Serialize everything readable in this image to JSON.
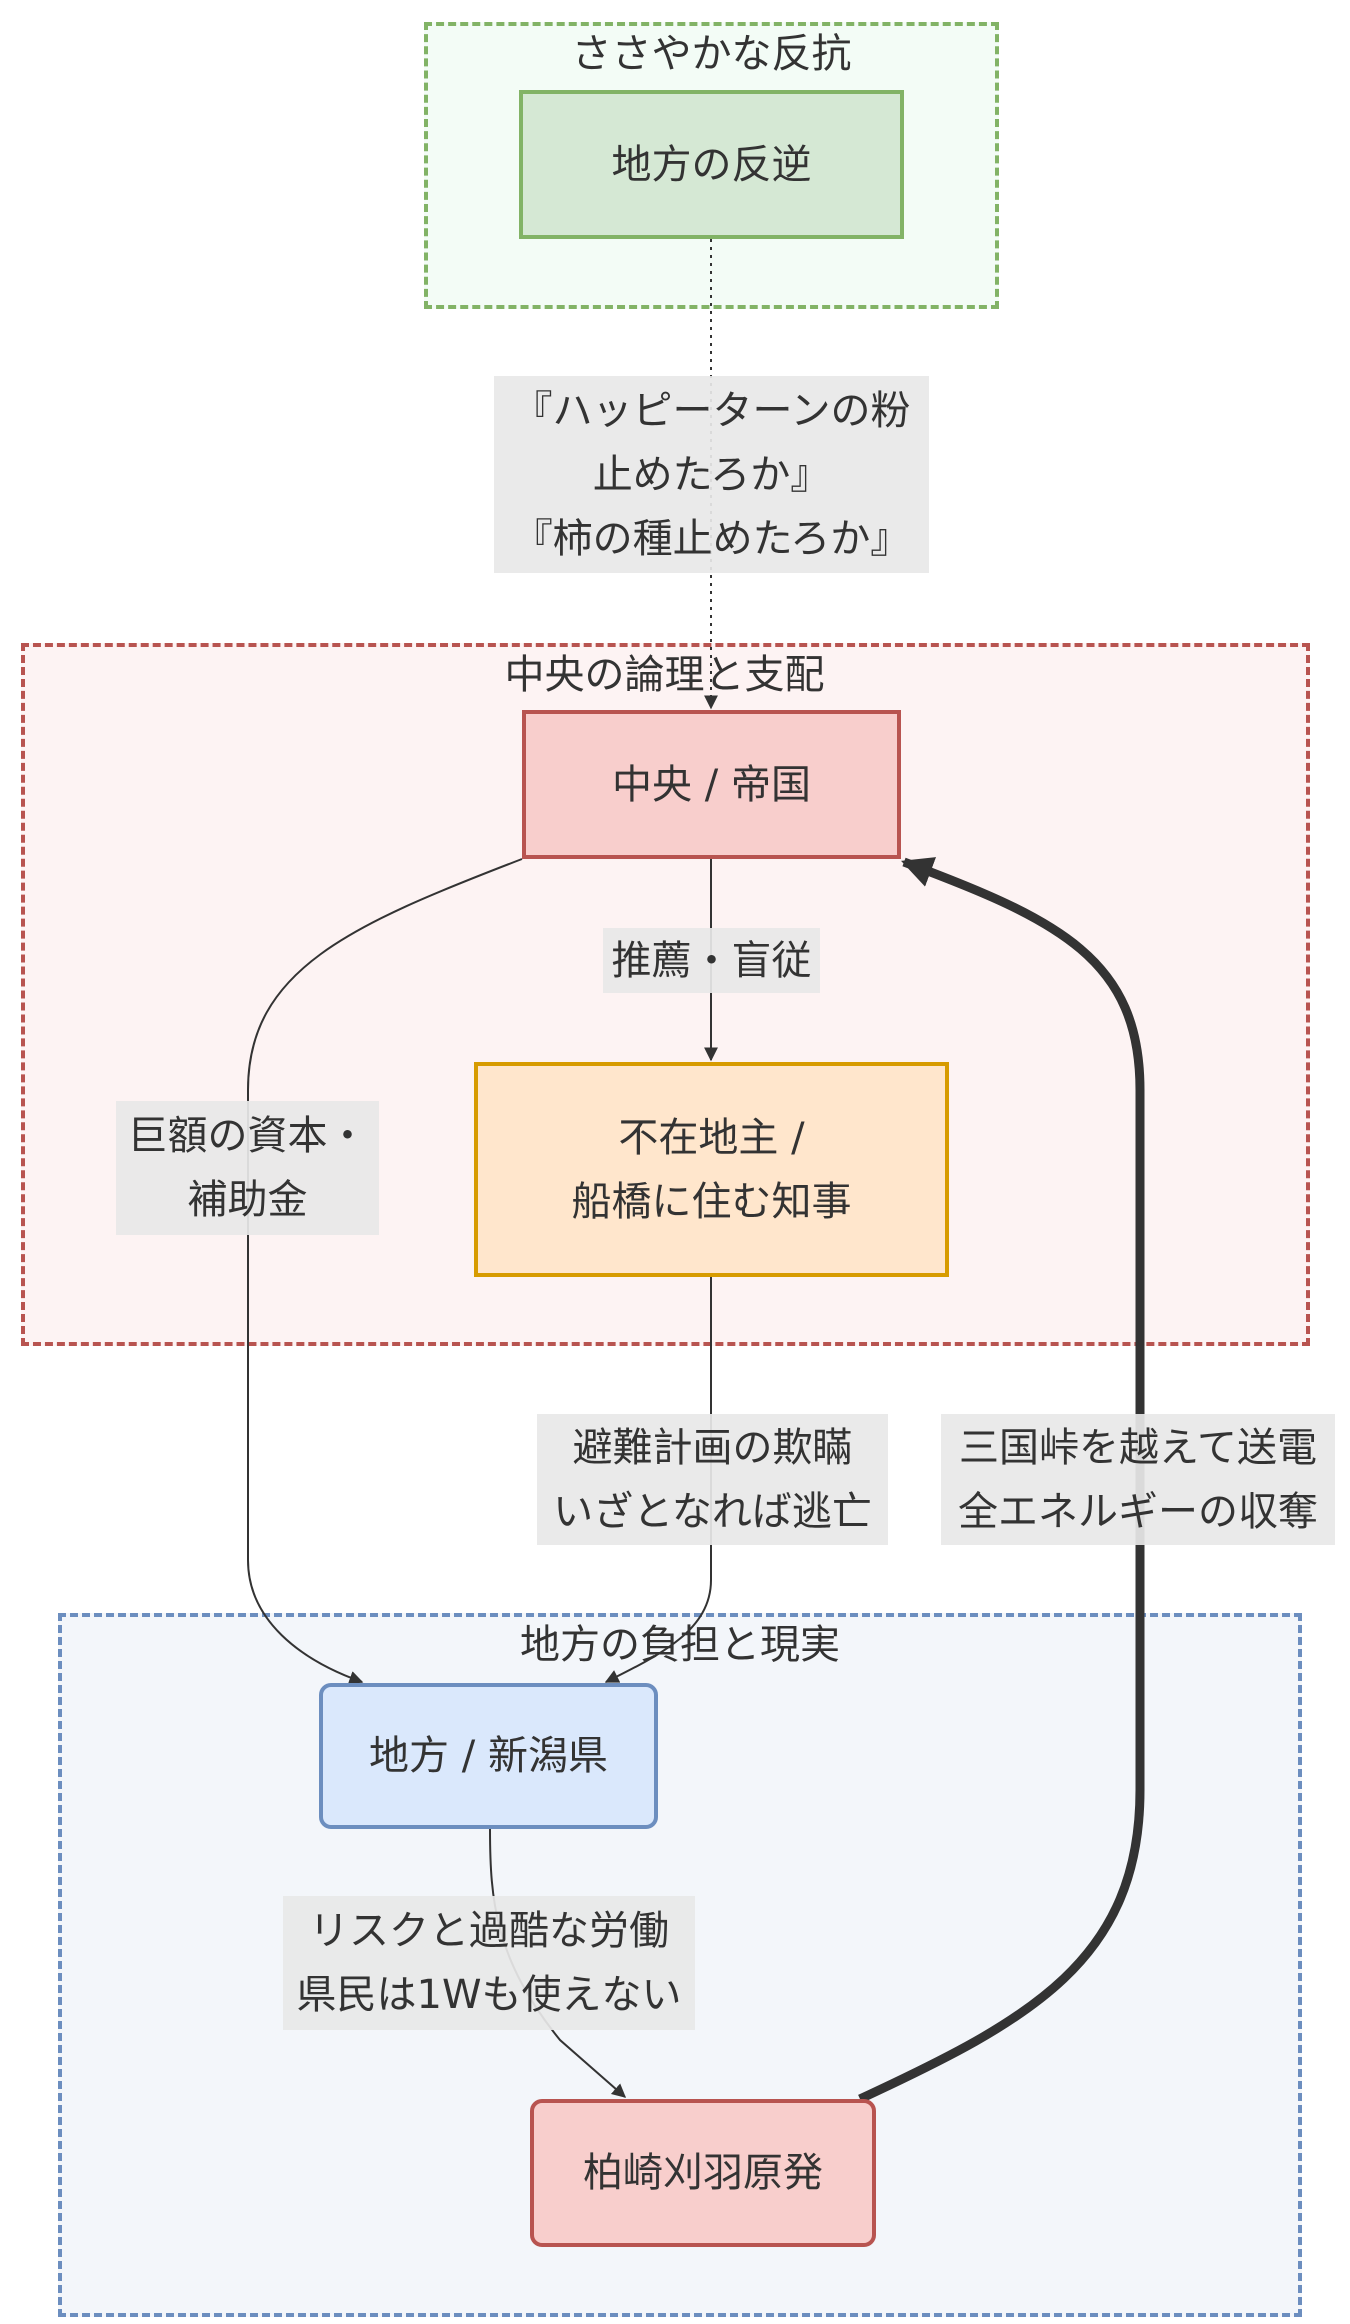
{
  "diagram": {
    "type": "flowchart",
    "clusters": {
      "resistance": {
        "title": "ささやかな反抗",
        "fill": "#f3fcf6",
        "border": "#82b366"
      },
      "center": {
        "title": "中央の論理と支配",
        "fill": "#fdf3f3",
        "border": "#b85450"
      },
      "local": {
        "title": "地方の負担と現実",
        "fill": "#f3f6fa",
        "border": "#6c8ebf"
      }
    },
    "nodes": {
      "rebellion": {
        "label": "地方の反逆",
        "fill": "#d5e8d4",
        "border": "#82b366"
      },
      "empire": {
        "label": "中央 / 帝国",
        "fill": "#f8cecc",
        "border": "#b85450"
      },
      "governor": {
        "label": "不在地主 /\n船橋に住む知事",
        "line1": "不在地主 /",
        "line2": "船橋に住む知事",
        "fill": "#ffe6cc",
        "border": "#d79b00"
      },
      "niigata": {
        "label": "地方 / 新潟県",
        "fill": "#dae8fc",
        "border": "#6c8ebf"
      },
      "plant": {
        "label": "柏崎刈羽原発",
        "fill": "#f8cecc",
        "border": "#b85450"
      }
    },
    "edges": [
      {
        "from": "rebellion",
        "to": "empire",
        "style": "dotted",
        "lines": [
          "『ハッピーターンの粉",
          "止めたろか』",
          "『柿の種止めたろか』"
        ]
      },
      {
        "from": "empire",
        "to": "governor",
        "style": "solid",
        "lines": [
          "推薦・盲従"
        ]
      },
      {
        "from": "empire",
        "to": "niigata",
        "style": "solid",
        "lines": [
          "巨額の資本・",
          "補助金"
        ]
      },
      {
        "from": "governor",
        "to": "niigata",
        "style": "solid",
        "lines": [
          "避難計画の欺瞞",
          "いざとなれば逃亡"
        ]
      },
      {
        "from": "niigata",
        "to": "plant",
        "style": "solid",
        "lines": [
          "リスクと過酷な労働",
          "県民は1Wも使えない"
        ]
      },
      {
        "from": "plant",
        "to": "empire",
        "style": "thick",
        "lines": [
          "三国峠を越えて送電",
          "全エネルギーの収奪"
        ]
      }
    ],
    "edge_color": "#333333",
    "label_bg": "#e8e8e8"
  }
}
